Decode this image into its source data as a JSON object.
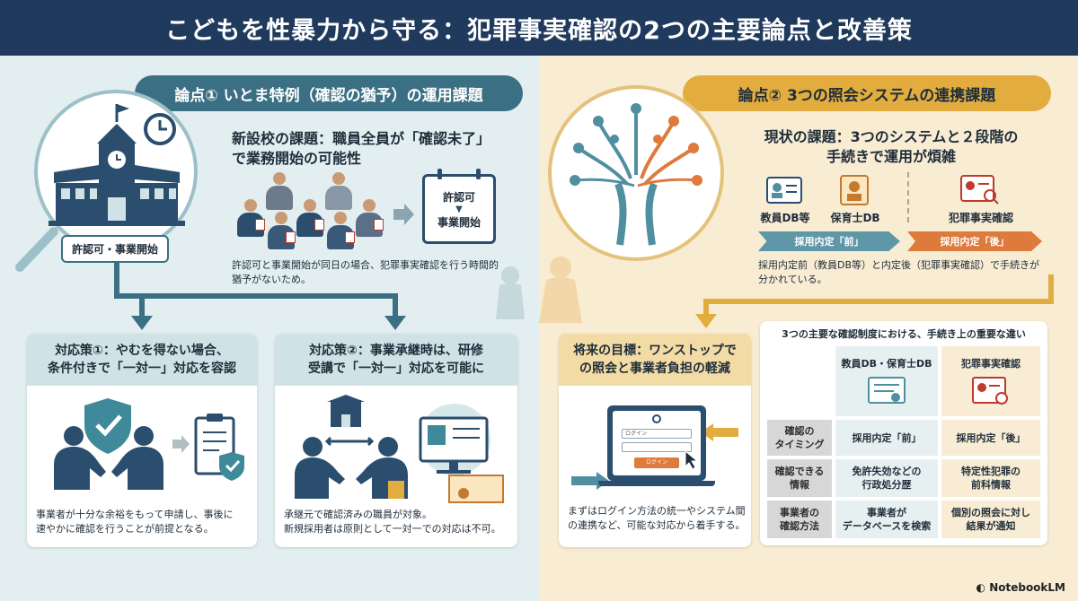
{
  "title": "こどもを性暴力から守る：犯罪事実確認の2つの主要論点と改善策",
  "issue1": {
    "banner": "論点①  いとま特例（確認の猶予）の運用課題",
    "school_tag": "許認可・事業開始",
    "heading_line1": "新設校の課題：職員全員が「確認未了」",
    "heading_line2": "で業務開始の可能性",
    "calendar_line1": "許認可",
    "calendar_arrow": "▼",
    "calendar_line2": "事業開始",
    "note_line1": "許認可と事業開始が同日の場合、犯罪事実確認を行う時間的",
    "note_line2": "猶予がないため。",
    "measure1": {
      "title_line1": "対応策①：やむを得ない場合、",
      "title_line2": "条件付きで「一対一」対応を容認",
      "note_line1": "事業者が十分な余裕をもって申請し、事後に",
      "note_line2": "速やかに確認を行うことが前提となる。"
    },
    "measure2": {
      "title_line1": "対応策②：事業承継時は、研修",
      "title_line2": "受講で「一対一」対応を可能に",
      "note_line1": "承継元で確認済みの職員が対象。",
      "note_line2": "新規採用者は原則として一対一での対応は不可。"
    }
  },
  "issue2": {
    "banner": "論点②  3つの照会システムの連携課題",
    "heading_line1": "現状の課題：3つのシステムと２段階の",
    "heading_line2": "手続きで運用が煩雑",
    "systems": [
      "教員DB等",
      "保育士DB",
      "犯罪事実確認"
    ],
    "stage_before": "採用内定「前」",
    "stage_after": "採用内定「後」",
    "note_line1": "採用内定前（教員DB等）と内定後（犯罪事実確認）で手続きが",
    "note_line2": "分かれている。",
    "goal": {
      "title_line1": "将来の目標：ワンストップで",
      "title_line2": "の照会と事業者負担の軽減",
      "login_field1": "ログイン",
      "login_button": "ログイン",
      "note_line1": "まずはログイン方法の統一やシステム間",
      "note_line2": "の連携など、可能な対応から着手する。"
    }
  },
  "comparison": {
    "title": "3つの主要な確認制度における、手続き上の重要な違い",
    "col_a": "教員DB・保育士DB",
    "col_b": "犯罪事実確認",
    "rows": [
      {
        "label": "確認の\nタイミング",
        "a": "採用内定「前」",
        "b": "採用内定「後」"
      },
      {
        "label": "確認できる\n情報",
        "a": "免許失効などの\n行政処分歴",
        "b": "特定性犯罪の\n前科情報"
      },
      {
        "label": "事業者の\n確認方法",
        "a": "事業者が\nデータベースを検索",
        "b": "個別の照会に対し\n結果が通知"
      }
    ]
  },
  "logo": "NotebookLM",
  "colors": {
    "navy": "#1f3a5c",
    "teal": "#3b6f84",
    "gold": "#e2ad3e",
    "orange": "#dd7a3c"
  }
}
